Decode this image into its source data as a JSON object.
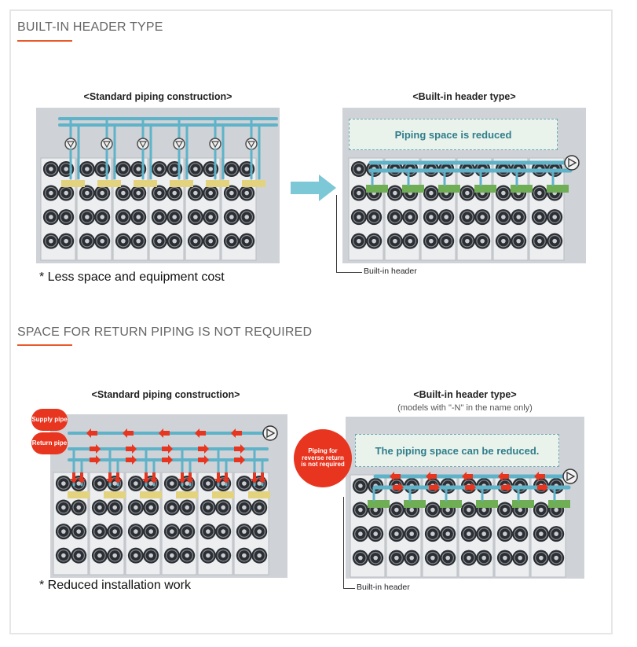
{
  "sections": {
    "builtin": {
      "title": "BUILT-IN HEADER TYPE",
      "left_caption": "<Standard piping construction>",
      "right_caption": "<Built-in header type>",
      "left_note": "* Less space and equipment cost",
      "right_callout": "Piping space is reduced",
      "right_tag": "Built-in header"
    },
    "return": {
      "title": "SPACE FOR RETURN PIPING IS NOT REQUIRED",
      "left_caption": "<Standard piping construction>",
      "right_caption": "<Built-in header type>",
      "right_subcaption": "(models with \"-N\" in the name only)",
      "left_note": "* Reduced installation work",
      "right_callout": "The piping space can be reduced.",
      "right_tag": "Built-in header",
      "supply_label": "Supply pipe",
      "return_label": "Return pipe",
      "reverse_label": "Piping for reverse return is not required"
    }
  },
  "colors": {
    "accent_rule": "#e85a2a",
    "pipe": "#5fb3c9",
    "standard_header": "#e3d27e",
    "builtin_header": "#6fae54",
    "flow_arrow": "#e8351f",
    "transition_arrow": "#7cc8d6"
  },
  "icons": [
    "pump-icon",
    "valve-icon",
    "flow-arrow-icon",
    "transition-arrow-icon"
  ]
}
